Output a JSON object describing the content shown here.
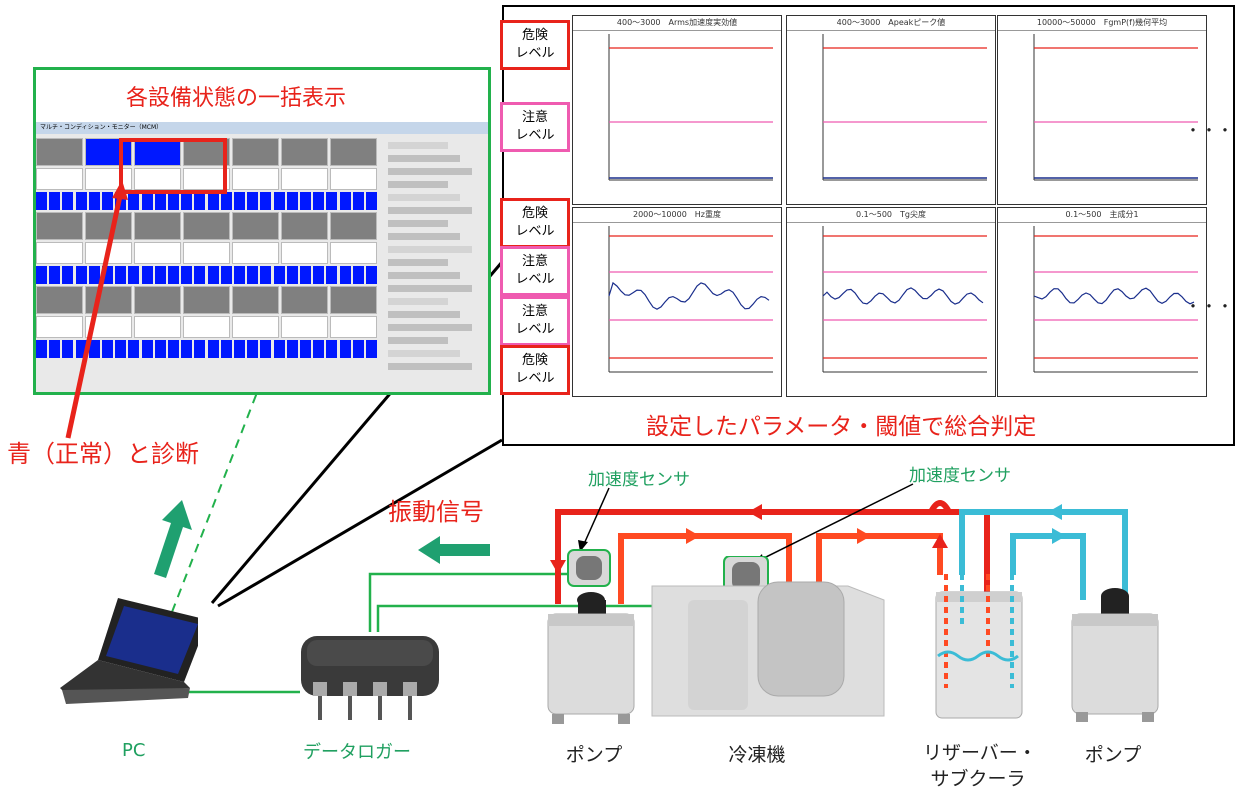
{
  "screen_title": "各設備状態の一括表示",
  "screen_window_title": "マルチ・コンディション・モニター（MCM）",
  "normal_diag": "青（正常）と診断",
  "judgement_text": "設定したパラメータ・閾値で総合判定",
  "signal_text": "振動信号",
  "level_tags": {
    "danger_top": [
      "危険",
      "レベル"
    ],
    "caution_top": [
      "注意",
      "レベル"
    ],
    "danger_b1": [
      "危険",
      "レベル"
    ],
    "caution_b1": [
      "注意",
      "レベル"
    ],
    "caution_b2": [
      "注意",
      "レベル"
    ],
    "danger_b2": [
      "危険",
      "レベル"
    ]
  },
  "panels": [
    {
      "title": "400～3000　Arms加速度実効値"
    },
    {
      "title": "400～3000　Apeakピーク値"
    },
    {
      "title": "10000～50000　FgmP(f)幾何平均"
    },
    {
      "title": "2000～10000　Hz重度"
    },
    {
      "title": "0.1～500　Tg尖度"
    },
    {
      "title": "0.1～500　主成分1"
    }
  ],
  "sensor_label_1": "加速度センサ",
  "sensor_label_2": "加速度センサ",
  "devices": {
    "pc": "PC",
    "logger": "データロガー",
    "pump1": "ポンプ",
    "chiller": "冷凍機",
    "reservoir_1": "リザーバー・",
    "reservoir_2": "サブクーラ",
    "pump2": "ポンプ"
  },
  "ellipsis": "・・・",
  "colors": {
    "alert_red": "#e8231b",
    "caution_pink": "#ef5bb0",
    "normal_blue": "#0018ff",
    "frame_green": "#22b14c",
    "return_cyan": "#3bbcd6"
  }
}
